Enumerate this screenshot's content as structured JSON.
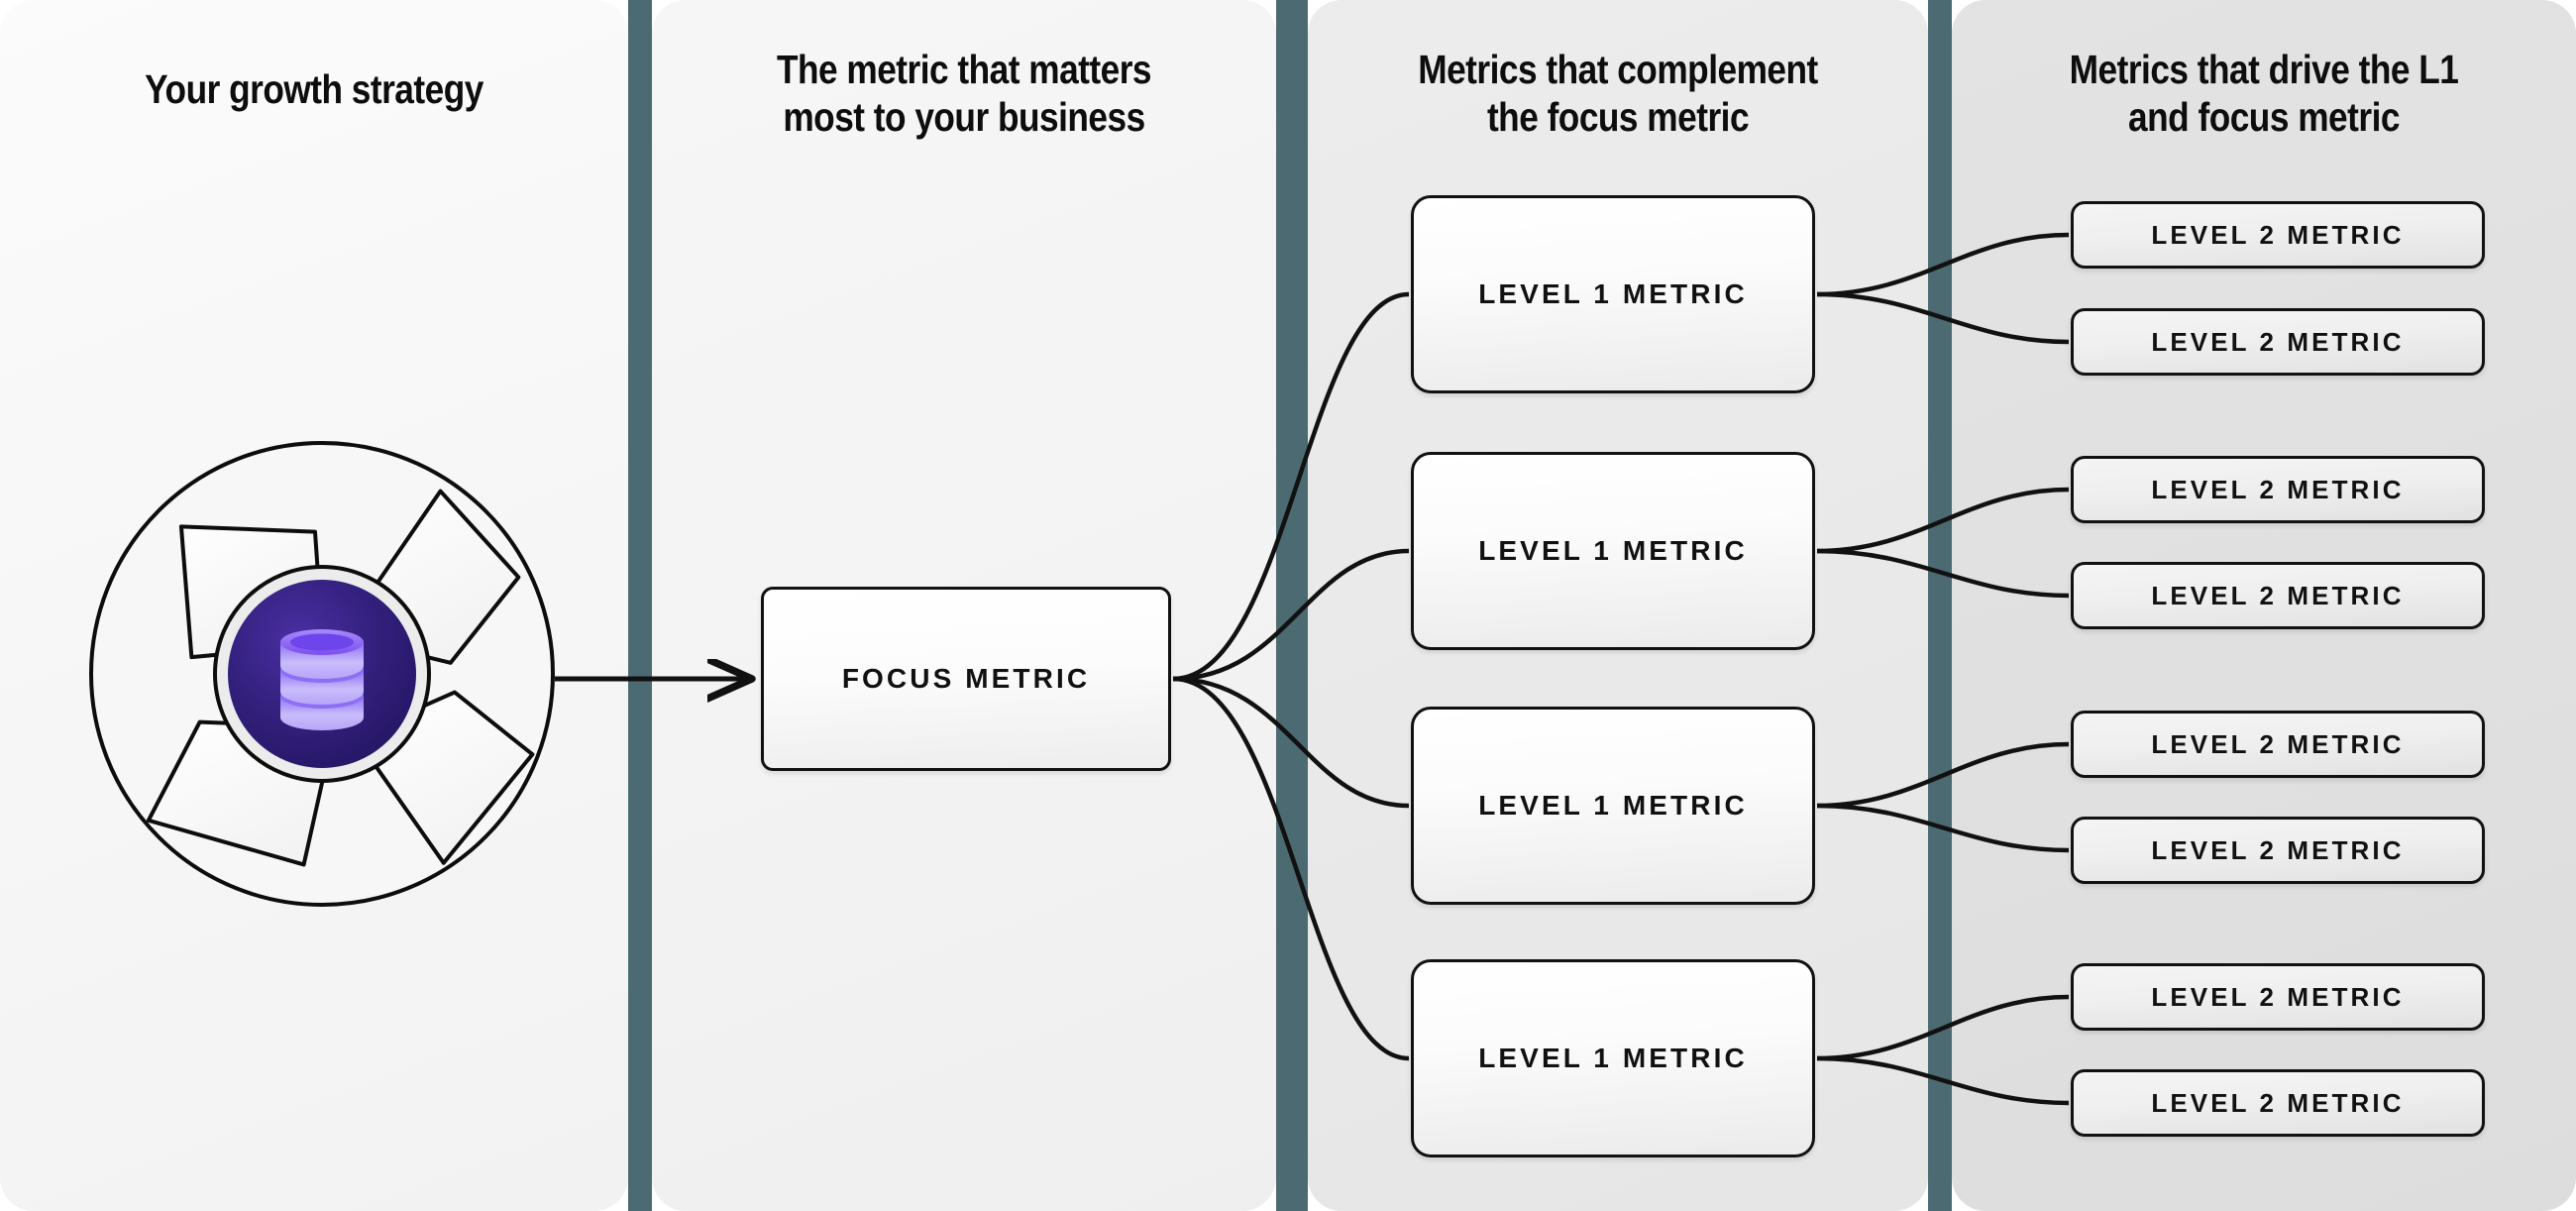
{
  "diagram": {
    "title": "Metrics tree: growth strategy to focus metric to level 1 and level 2 metrics",
    "columns": [
      {
        "id": "strategy",
        "heading": "Your growth strategy"
      },
      {
        "id": "focus",
        "heading": "The metric that matters\nmost to your business"
      },
      {
        "id": "level1",
        "heading": "Metrics that complement\nthe focus metric"
      },
      {
        "id": "level2",
        "heading": "Metrics that drive the L1\nand focus metric"
      }
    ],
    "logo": {
      "name": "aperture-database-logo",
      "inner_icon": "database-icon",
      "ring_color": "#f7f7f7",
      "core_color": "#2a1b6e",
      "accent_color": "#7c5cf0"
    },
    "focus_node": {
      "label": "FOCUS METRIC"
    },
    "level1_nodes": [
      {
        "label": "LEVEL 1 METRIC"
      },
      {
        "label": "LEVEL 1 METRIC"
      },
      {
        "label": "LEVEL 1 METRIC"
      },
      {
        "label": "LEVEL 1 METRIC"
      }
    ],
    "level2_nodes": [
      {
        "label": "LEVEL 2 METRIC"
      },
      {
        "label": "LEVEL 2 METRIC"
      },
      {
        "label": "LEVEL 2 METRIC"
      },
      {
        "label": "LEVEL 2 METRIC"
      },
      {
        "label": "LEVEL 2 METRIC"
      },
      {
        "label": "LEVEL 2 METRIC"
      },
      {
        "label": "LEVEL 2 METRIC"
      },
      {
        "label": "LEVEL 2 METRIC"
      }
    ],
    "colors": {
      "divider": "#4c6a72",
      "panel_1": "#f7f7f7",
      "panel_2": "#f3f3f3",
      "panel_3": "#e9e9e9",
      "panel_4": "#e0e0e0",
      "stroke": "#111111",
      "logo_core": "#2a1b6e",
      "logo_accent": "#7c5cf0"
    }
  }
}
